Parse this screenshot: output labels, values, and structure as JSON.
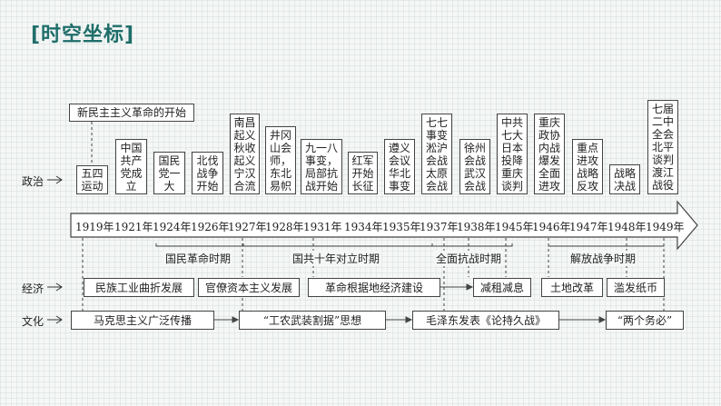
{
  "title": "[时空坐标]",
  "row_labels": {
    "politics": "政治",
    "economy": "经济",
    "culture": "文化"
  },
  "top_event": "新民主主义革命的开始",
  "politics_events": [
    "五四\n运动",
    "中国\n共产\n党成\n立",
    "国民\n党一\n大",
    "北伐\n战争\n开始",
    "南昌\n起义\n秋收\n起义\n宁汉\n合流",
    "井冈\n山会\n师，\n东北\n易帜",
    "九一八\n事变，\n局部抗\n战开始",
    "红军\n开始\n长征",
    "遵义\n会议\n华北\n事变",
    "七七\n事变\n淞沪\n会战\n太原\n会战",
    "徐州\n会战\n武汉\n会战",
    "中共\n七大\n日本\n投降\n重庆\n谈判",
    "重庆\n政协\n内战\n爆发\n全面\n进攻",
    "重点\n进攻\n战略\n反攻",
    "战略\n决战",
    "七届\n二中\n全会\n北平\n谈判\n渡江\n战役"
  ],
  "years": [
    "1919年",
    "1921年",
    "1924年",
    "1926年",
    "1927年",
    "1928年",
    "1931年",
    "1934年",
    "1935年",
    "1937年",
    "1938年",
    "1945年",
    "1946年",
    "1947年",
    "1948年",
    "1949年"
  ],
  "periods": [
    "国民革命时期",
    "国共十年对立时期",
    "全面抗战时期",
    "解放战争时期"
  ],
  "economy_events": [
    "民族工业曲折发展",
    "官僚资本主义发展",
    "革命根据地经济建设",
    "减租减息",
    "土地改革",
    "滥发纸币"
  ],
  "culture_events": [
    "马克思主义广泛传播",
    "“工农武装割据”思想",
    "毛泽东发表《论持久战》",
    "“两个务必”"
  ]
}
